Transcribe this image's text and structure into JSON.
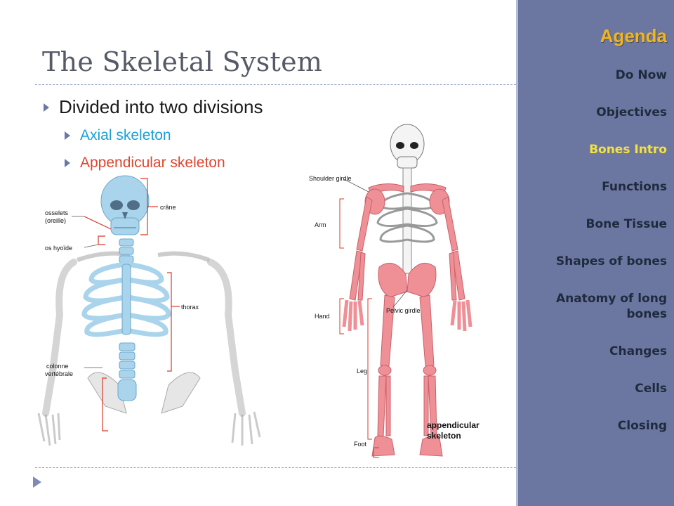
{
  "slide": {
    "title": "The Skeletal System",
    "bullets": {
      "main": "Divided into two divisions",
      "sub1": "Axial skeleton",
      "sub2": "Appendicular skeleton"
    }
  },
  "axial_figure": {
    "labels": {
      "osselets": "osselets",
      "oreille": "(oreille)",
      "os_hyoide": "os hyoïde",
      "crane": "crâne",
      "thorax": "thorax",
      "colonne": "colonne",
      "vertebrale": "vertébrale"
    }
  },
  "appendicular_figure": {
    "labels": {
      "shoulder": "Shoulder girdle",
      "arm": "Arm",
      "hand": "Hand",
      "pelvic": "Pelvic girdle",
      "leg": "Leg",
      "foot": "Foot",
      "caption1": "appendicular",
      "caption2": "skeleton"
    }
  },
  "sidebar": {
    "title": "Agenda",
    "items": [
      {
        "label": "Do Now",
        "active": false
      },
      {
        "label": "Objectives",
        "active": false
      },
      {
        "label": "Bones Intro",
        "active": true
      },
      {
        "label": "Functions",
        "active": false
      },
      {
        "label": "Bone Tissue",
        "active": false
      },
      {
        "label": "Shapes of bones",
        "active": false
      },
      {
        "label": "Anatomy of long bones",
        "active": false
      },
      {
        "label": "Changes",
        "active": false
      },
      {
        "label": "Cells",
        "active": false
      },
      {
        "label": "Closing",
        "active": false
      }
    ]
  },
  "colors": {
    "axial": "#a9d4ec",
    "appendicular": "#ef8f96",
    "sidebar_bg": "#6c77a1",
    "agenda_title": "#f2b51a",
    "active_item": "#f5e23a"
  }
}
